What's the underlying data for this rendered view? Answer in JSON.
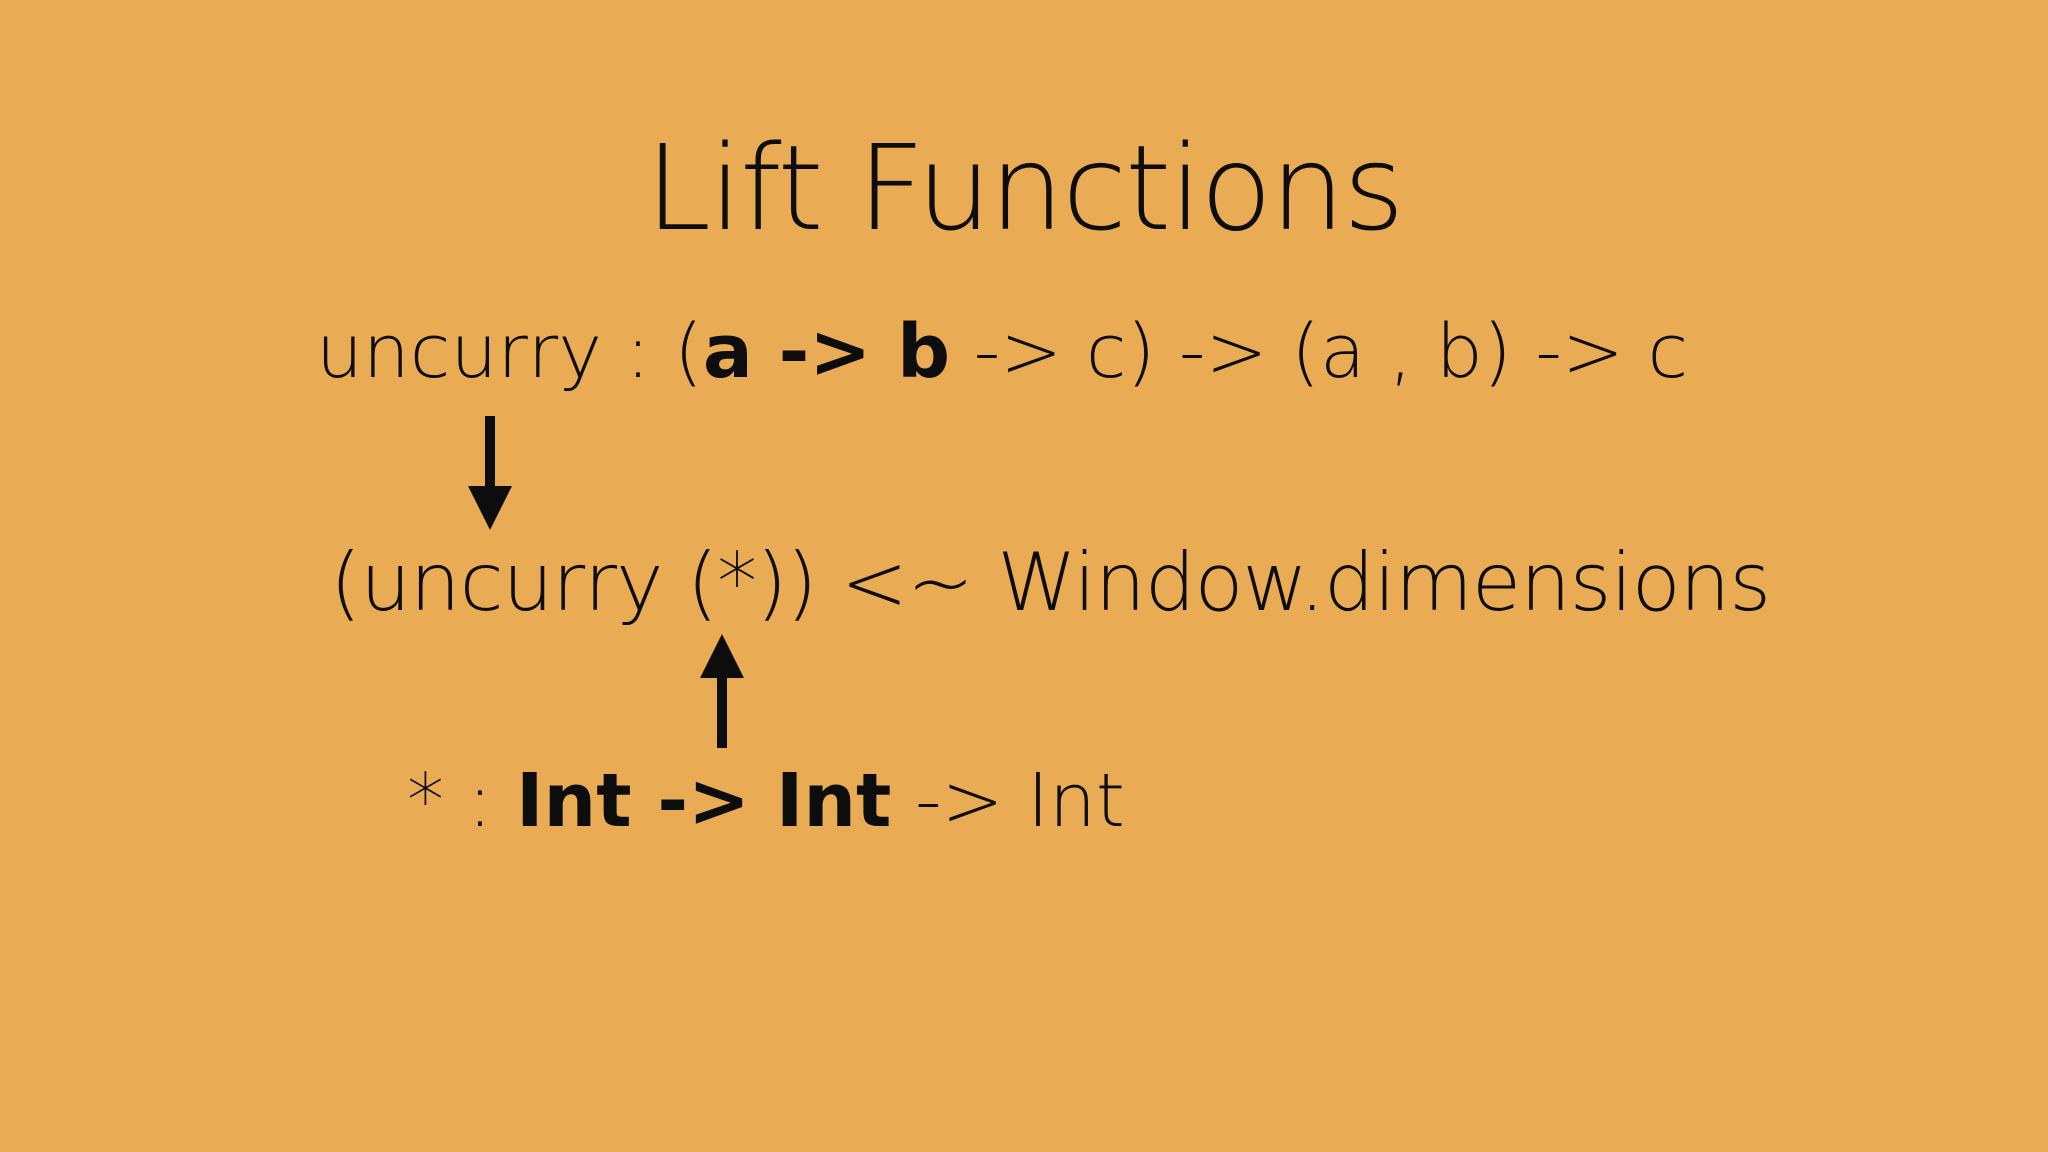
{
  "slide": {
    "title": "Lift Functions",
    "uncurry_sig": {
      "name": "uncurry",
      "colon": " : ",
      "open_paren": "(",
      "bold_a": "a",
      "bold_arrow": " -> ",
      "bold_b": "b",
      "rest": " -> c) -> (a , b) -> c"
    },
    "expression": "(uncurry (*)) <~ Window.dimensions",
    "mult_sig": {
      "prefix": "* : ",
      "bold_int1": "Int",
      "bold_arrow": " -> ",
      "bold_int2": "Int",
      "rest": " -> Int"
    },
    "arrow_down_icon": "arrow-down-icon",
    "arrow_up_icon": "arrow-up-icon"
  }
}
